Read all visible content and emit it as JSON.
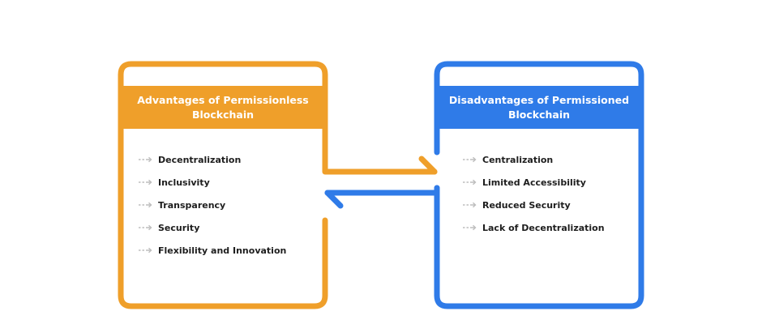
{
  "colors": {
    "left_accent": "#EF9F2A",
    "right_accent": "#2F7BE8",
    "text": "#1e1e1e",
    "bullet_arrow": "#bdbdbd"
  },
  "left_card": {
    "title": "Advantages of Permissionless Blockchain",
    "items": [
      "Decentralization",
      "Inclusivity",
      "Transparency",
      "Security",
      "Flexibility and Innovation"
    ]
  },
  "right_card": {
    "title": "Disadvantages of Permissioned Blockchain",
    "items": [
      "Centralization",
      "Limited Accessibility",
      "Reduced Security",
      "Lack of Decentralization"
    ]
  },
  "icons": {
    "bullet": "dashed-arrow-icon",
    "connector_right": "arrow-right-icon",
    "connector_left": "arrow-left-icon"
  }
}
